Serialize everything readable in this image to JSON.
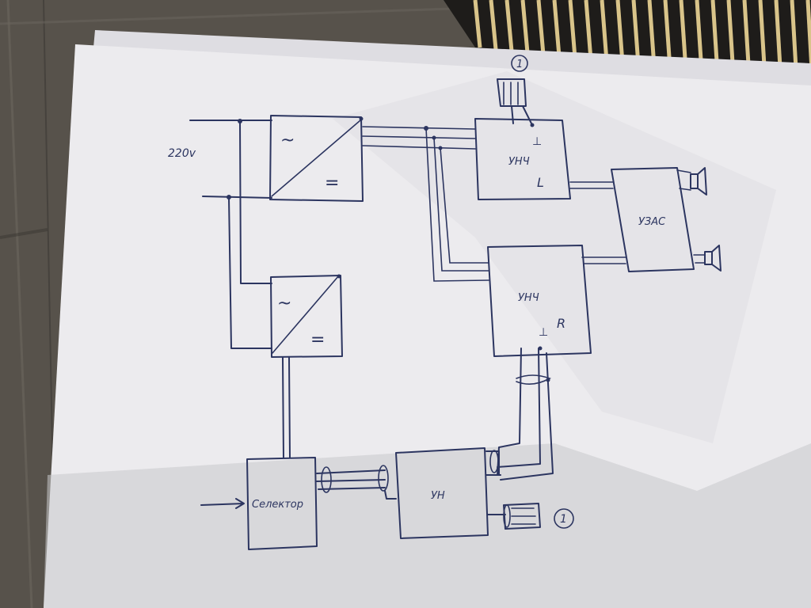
{
  "colors": {
    "ink": "#2c3560",
    "paper": "#ecebee",
    "table": "#5a5650",
    "mat_light": "#d9c48a",
    "mat_dark": "#1e1c1a"
  },
  "labels": {
    "mains": "220v",
    "psu_ac": "~",
    "psu_dc": "=",
    "psu2_ac": "~",
    "psu2_dc": "=",
    "amp_left": "УНЧ",
    "amp_left_channel": "L",
    "amp_left_ground": "⊥",
    "amp_right": "УНЧ",
    "amp_right_channel": "R",
    "amp_right_ground": "⊥",
    "protection": "УЗАС",
    "selector": "Селектор",
    "preamp": "УН",
    "connector_top": "1",
    "connector_bottom": "1"
  }
}
